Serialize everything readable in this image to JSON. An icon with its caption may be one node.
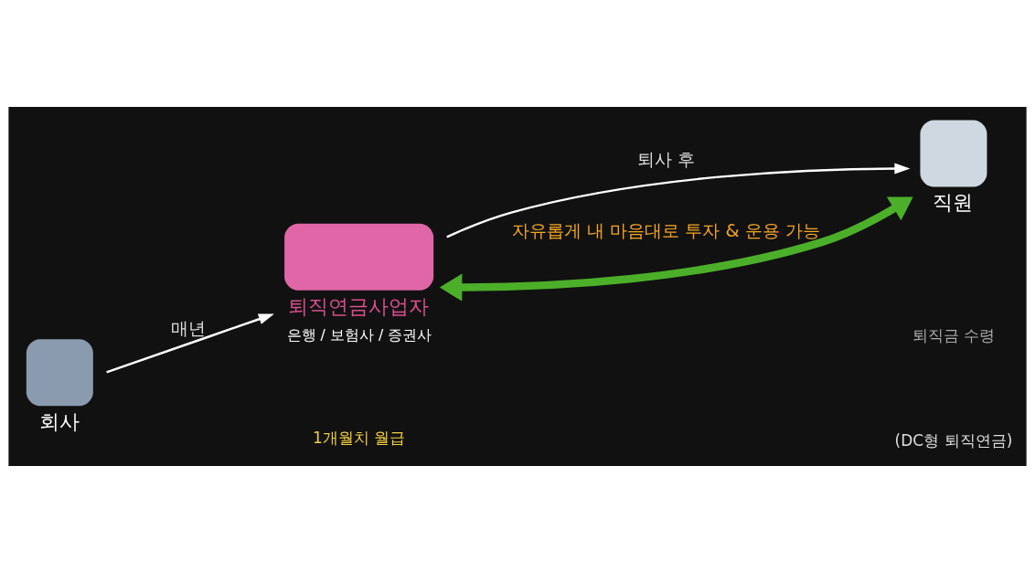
{
  "diagram": {
    "nodes": [
      {
        "text": [
          "회사"
        ]
      },
      {
        "text": [
          "퇴직연금사업자"
        ],
        "beside": [
          "은행 / 보험사 / 증권사"
        ]
      },
      {
        "text": [
          "직원"
        ]
      }
    ],
    "edges": [
      {
        "from": 0,
        "to": 1,
        "arrow": "to",
        "label": "매년"
      },
      {
        "from": 1,
        "to": 2,
        "arrow": "to",
        "label": "퇴사 후"
      },
      {
        "from": 1,
        "to": 2,
        "arrow": "both",
        "label": "자유롭게 내 마음대로 투자 & 운용 가능",
        "style": "thick",
        "color": "#4caf2a"
      }
    ],
    "labels": [
      "1개월치 월급",
      "퇴직금 수령",
      "(DC형 퇴직연금)"
    ]
  }
}
